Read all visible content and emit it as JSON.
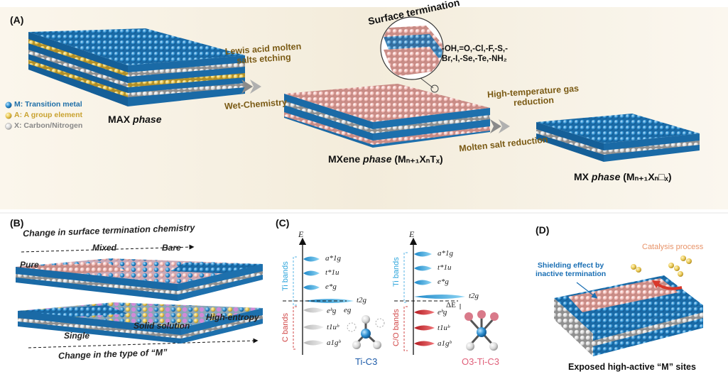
{
  "panels": {
    "a": "(A)",
    "b": "(B)",
    "c": "(C)",
    "d": "(D)"
  },
  "legend": {
    "m": {
      "text": "M: Transition metal",
      "color": "#1f6fa8"
    },
    "a": {
      "text": "A: A group element",
      "color": "#e0c048"
    },
    "x": {
      "text": "X: Carbon/Nitrogen",
      "color": "#9a9a9a"
    }
  },
  "panel_a": {
    "max_phase": {
      "name": "MAX",
      "suffix": "phase"
    },
    "etching": {
      "line1": "Lewis acid molten",
      "line2": "salts etching"
    },
    "wet_chemistry": "Wet-Chemistry",
    "surface_termination": "Surface termination",
    "terminations": {
      "line1": "-OH,=O,-Cl,-F,-S,-",
      "line2": "Br,-I,-Se,-Te,-NH₂"
    },
    "mxene_phase": {
      "name": "MXene",
      "suffix": "phase",
      "formula": "(Mₙ₊₁XₙTₓ)"
    },
    "gas_reduction": {
      "line1": "High-temperature gas",
      "line2": "reduction"
    },
    "molten_salt_reduction": "Molten salt reduction",
    "mx_phase": {
      "name": "MX",
      "suffix": "phase",
      "formula": "(Mₙ₊₁Xₙ□ₓ)"
    }
  },
  "panel_b": {
    "top_title": "Change in surface termination chemistry",
    "pure": "Pure",
    "mixed": "Mixed",
    "bare": "Bare",
    "single": "Single",
    "solid_solution": "Solid solution",
    "high_entropy": "High-entropy",
    "bottom_title": "Change in the type of “M”"
  },
  "panel_c": {
    "axis": "E",
    "ti_bands": "Ti bands",
    "c_bands": "C bands",
    "co_bands": "C/O bands",
    "left_orbitals": [
      "a*1g",
      "t*1u",
      "e*g",
      "t2g",
      "eg",
      "eᵇg",
      "t1uᵇ",
      "a1gᵇ"
    ],
    "right_orbitals": [
      "a*1g",
      "t*1u",
      "e*g",
      "t2g",
      "eᵇg",
      "t1uᵇ",
      "a1gᵇ"
    ],
    "delta_e": "ΔE",
    "left_model": "Ti-C3",
    "right_model": "O3-Ti-C3",
    "colors": {
      "ti": "#2fa6dc",
      "c": "#c8c8c8",
      "co": "#d8252a",
      "left_model": "#1c5aa8",
      "right_model": "#e0607a"
    }
  },
  "panel_d": {
    "catalysis": "Catalysis process",
    "shielding": {
      "line1": "Shielding effect by",
      "line2": "inactive termination"
    },
    "sites": "Exposed high-active “M” sites",
    "colors": {
      "catalysis": "#e8946a",
      "shielding": "#1a6fb4"
    }
  }
}
